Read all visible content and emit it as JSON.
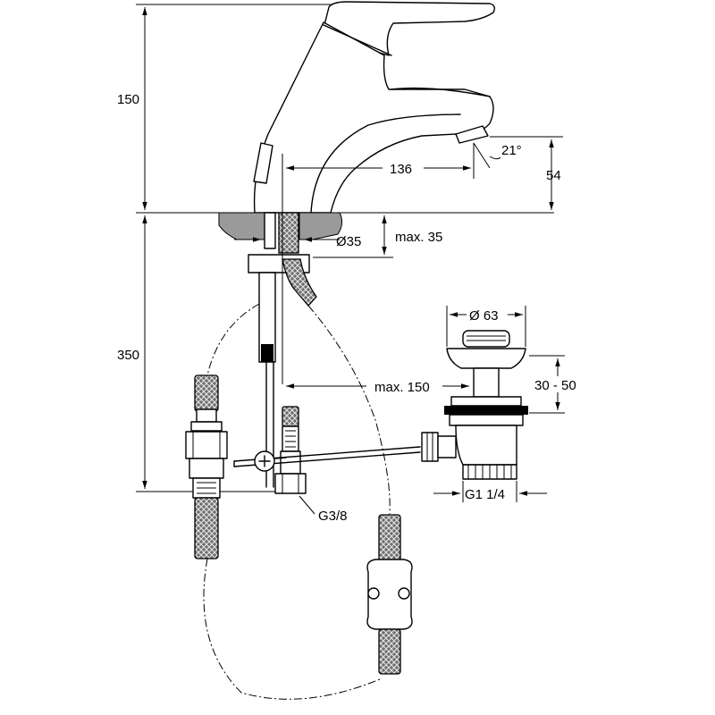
{
  "dimensions": {
    "height_top": "150",
    "spout_reach": "136",
    "spout_angle": "21°",
    "spout_height": "54",
    "hole_diameter": "Ø35",
    "deck_thickness": "max. 35",
    "height_bottom": "350",
    "waste_diameter": "Ø 63",
    "waste_adjust": "30 - 50",
    "rod_length": "max. 150",
    "connector_thread": "G3/8",
    "waste_thread": "G1 1/4"
  }
}
